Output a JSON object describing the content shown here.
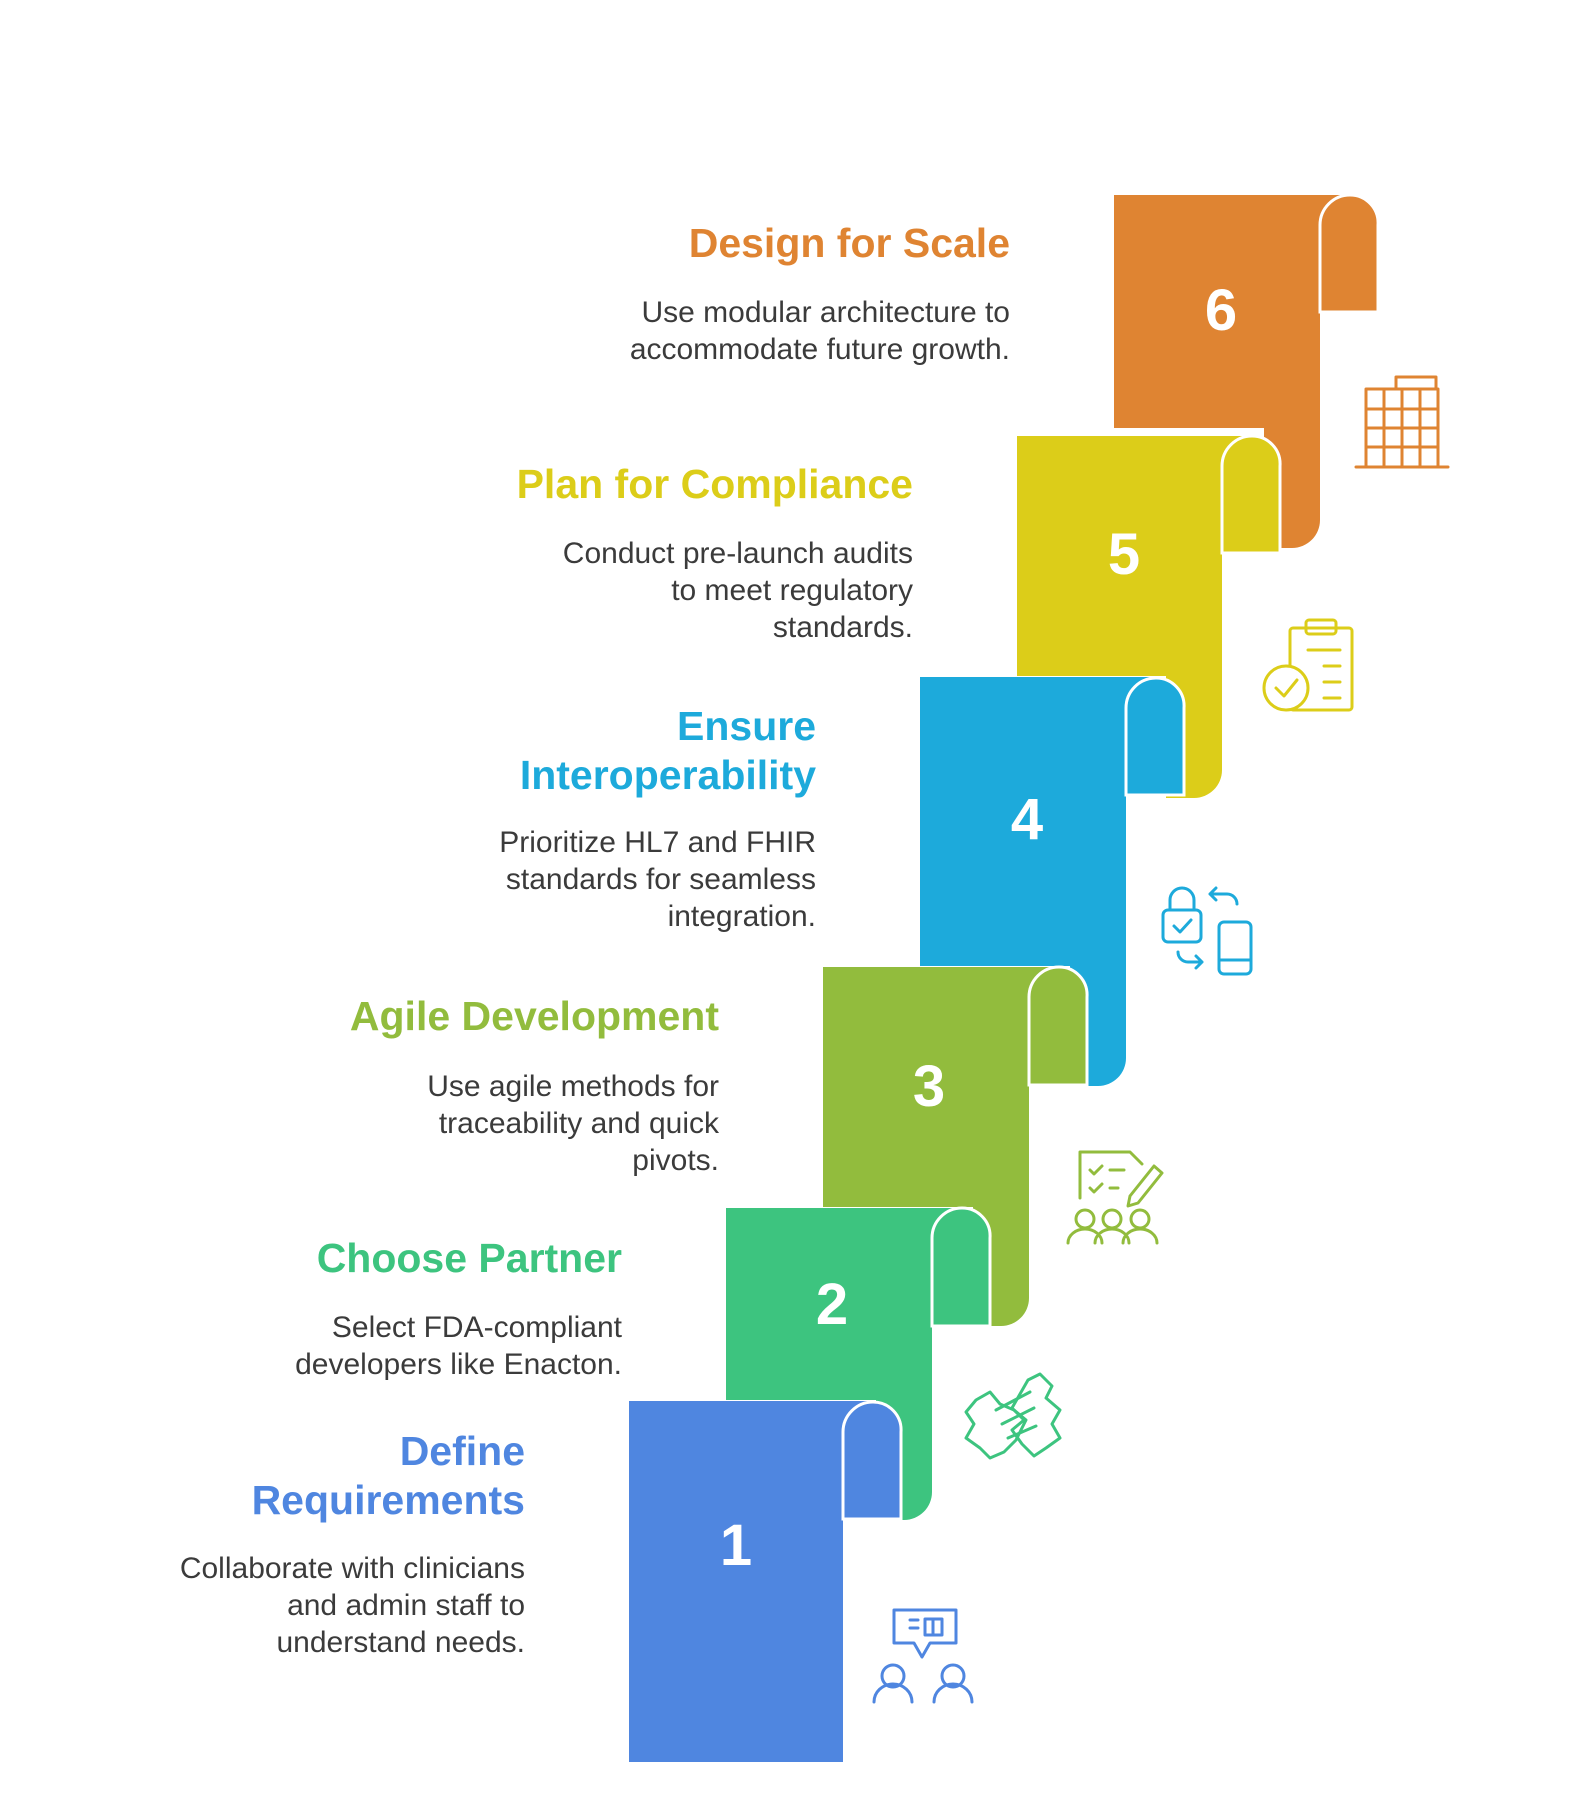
{
  "steps": [
    {
      "number": "1",
      "title": "Define Requirements",
      "description": "Collaborate with clinicians and admin staff to understand needs.",
      "color": "#4f86e0",
      "icon": "team-discussion-icon"
    },
    {
      "number": "2",
      "title": "Choose Partner",
      "description": "Select FDA-compliant developers like Enacton.",
      "color": "#3dc47f",
      "icon": "handshake-icon"
    },
    {
      "number": "3",
      "title": "Agile Development",
      "description": "Use agile methods for traceability and quick pivots.",
      "color": "#92bc3d",
      "icon": "agile-team-checklist-icon"
    },
    {
      "number": "4",
      "title": "Ensure Interoperability",
      "description": "Prioritize HL7 and FHIR standards for seamless integration.",
      "color": "#1daadb",
      "icon": "secure-sync-icon"
    },
    {
      "number": "5",
      "title": "Plan for Compliance",
      "description": "Conduct pre-launch audits to meet regulatory standards.",
      "color": "#dccd19",
      "icon": "clipboard-check-icon"
    },
    {
      "number": "6",
      "title": "Design for Scale",
      "description": "Use modular architecture to accommodate future growth.",
      "color": "#df8432",
      "icon": "building-icon"
    }
  ]
}
